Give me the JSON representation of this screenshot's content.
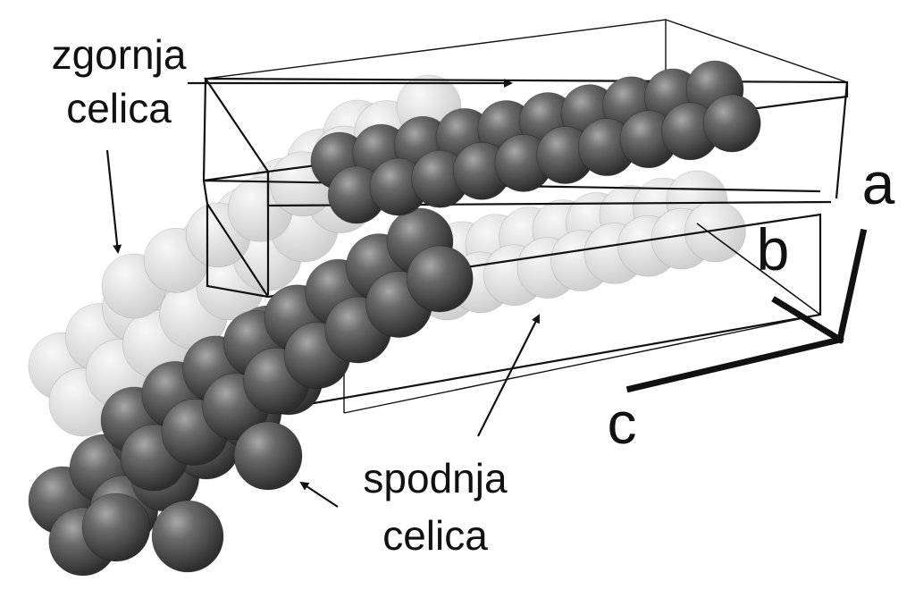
{
  "labels": {
    "top_cell": {
      "line1": "zgornja",
      "line2": "celica"
    },
    "bottom_cell": {
      "line1": "spodnja",
      "line2": "celica"
    }
  },
  "axes": {
    "a": "a",
    "b": "b",
    "c": "c"
  },
  "colors": {
    "opaque_sphere": "#555555",
    "transparent_sphere": "#bdbdbd",
    "box_line": "#111111",
    "text": "#111111"
  }
}
